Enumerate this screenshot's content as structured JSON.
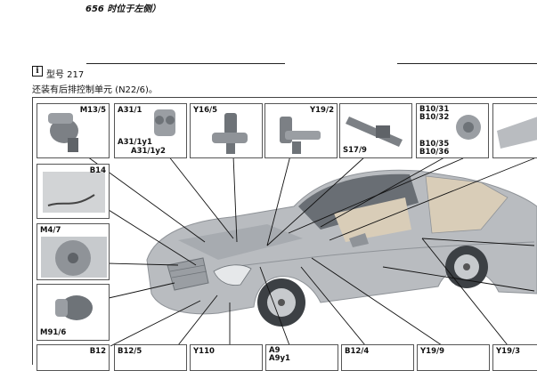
{
  "header": {
    "top_note": "656 时位于左侧）",
    "info_icon": "i",
    "model": "型号 217",
    "description": "还装有后排控制单元 (N22/6)。"
  },
  "labels": {
    "m13_5": "M13/5",
    "a31_1": "A31/1",
    "a31_1y1": "A31/1y1",
    "a31_1y2": "A31/1y2",
    "y16_5": "Y16/5",
    "y19_2": "Y19/2",
    "s17_9": "S17/9",
    "b10_31": "B10/31",
    "b10_32": "B10/32",
    "b10_35": "B10/35",
    "b10_36": "B10/36",
    "b14": "B14",
    "m4_7": "M4/7",
    "m91_6": "M91/6",
    "b12": "B12",
    "b12_5": "B12/5",
    "y110": "Y110",
    "a9": "A9",
    "a9y1": "A9y1",
    "b12_4": "B12/4",
    "y19_9": "Y19/9",
    "y19_3": "Y19/3"
  },
  "colors": {
    "car_body": "#b9bcc0",
    "car_shade": "#8f9398",
    "glass": "#5b6066",
    "interior": "#d9cdb8",
    "leader": "#111111"
  }
}
